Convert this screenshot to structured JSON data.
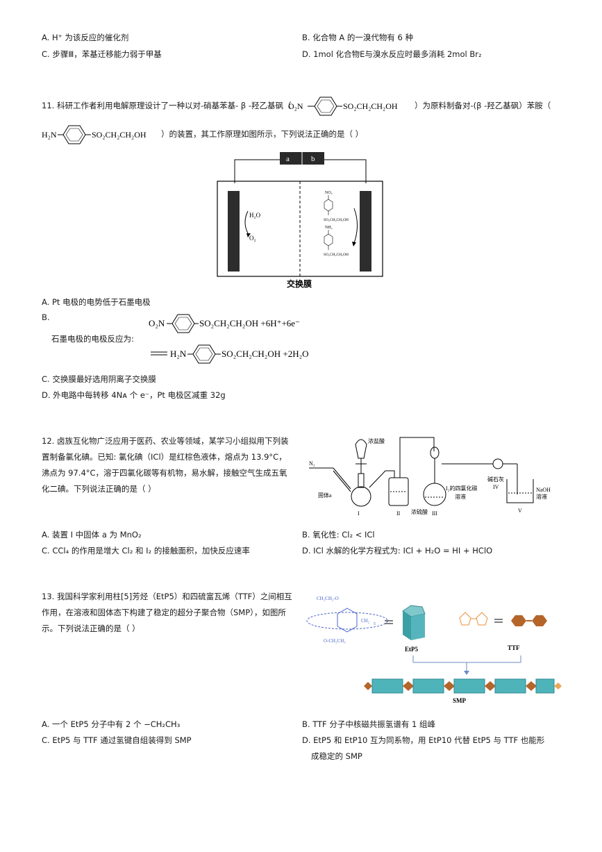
{
  "q10": {
    "opt_a": "A. H⁺ 为该反应的催化剂",
    "opt_b": "B. 化合物 A 的一溴代物有 6 种",
    "opt_c": "C. 步骤Ⅲ，苯基迁移能力弱于甲基",
    "opt_d": "D. 1mol 化合物E与溴水反应时最多消耗 2mol Br₂"
  },
  "q11": {
    "stem_1a": "11. 科研工作者利用电解原理设计了一种以对-硝基苯基- β -羟乙基砜（",
    "nitro_label": "O₂N",
    "sulfone_label": "SO₂CH₂CH₂OH",
    "stem_1b": "）为原料制备对-(β -羟乙基砜）苯胺（",
    "amine_label": "H₂N",
    "stem_2": "）的装置，其工作原理如图所示，下列说法正确的是（    ）",
    "battery_a": "a",
    "battery_b": "b",
    "h2o": "H₂O",
    "o2": "O₂",
    "no2_small": "NO₂",
    "so2_small": "SO₂CH₂CH₂OH",
    "nh2_small": "NH₂",
    "membrane": "交换膜",
    "opt_a": "A. Pt 电极的电势低于石墨电极",
    "opt_b": "B.",
    "opt_b_text": "石墨电极的电极反应为:",
    "eq_left_tail": "SO₂CH₂CH₂OH +6H⁺+6e⁻",
    "eq_right_tail": "SO₂CH₂CH₂OH +2H₂O",
    "opt_c": "C. 交换膜最好选用阴离子交换膜",
    "opt_d": "D. 外电路中每转移 4Nᴀ 个 e⁻，Pt 电极区减重 32g"
  },
  "q12": {
    "stem": "12. 卤族互化物广泛应用于医药、农业等领域，某学习小组拟用下列装置制备氯化碘。已知: 氯化碘（ICl）是红棕色液体，熔点为 13.9°C，沸点为 97.4°C，溶于四氯化碳等有机物，易水解，接触空气生成五氧化二碘。下列说法正确的是（    ）",
    "lbl_hcl": "浓盐酸",
    "lbl_n2": "N₂",
    "lbl_solid": "固体a",
    "lbl_h2so4": "浓硫酸",
    "lbl_i2": "I₂的四氯化碳",
    "lbl_sol": "溶液",
    "lbl_lime": "碱石灰",
    "lbl_naoh": "NaOH",
    "lbl_naoh2": "溶液",
    "lbl_I": "I",
    "lbl_II": "II",
    "lbl_III": "III",
    "lbl_IV": "IV",
    "lbl_V": "V",
    "opt_a": "A. 装置 I 中固体 a 为 MnO₂",
    "opt_b": "B. 氧化性: Cl₂ < ICl",
    "opt_c": "C. CCl₄ 的作用是增大 Cl₂ 和 I₂ 的接触面积，加快反应速率",
    "opt_d": "D. ICl 水解的化学方程式为: ICl + H₂O = HI + HClO"
  },
  "q13": {
    "stem": "13. 我国科学家利用柱[5]芳烃（EtP5）和四硫富瓦烯（TTF）之间相互作用，在溶液和固体态下构建了稳定的超分子聚合物（SMP），如图所示。下列说法正确的是（    ）",
    "lbl_top_sub": "CH₃CH₂-O",
    "lbl_bot_sub": "O-CH₂CH₃",
    "lbl_ch2": "CH₂",
    "lbl_n": "5",
    "lbl_etp5": "EtP5",
    "lbl_ttf": "TTF",
    "lbl_smp": "SMP",
    "opt_a": "A. 一个 EtP5 分子中有 2 个 −CH₂CH₃",
    "opt_b": "B. TTF 分子中核磁共振氢谱有 1 组峰",
    "opt_c": "C. EtP5 与 TTF 通过氢键自组装得到 SMP",
    "opt_d1": "D. EtP5 和 EtP10 互为同系物，用 EtP10 代替 EtP5 与 TTF 也能形",
    "opt_d2": "成稳定的 SMP"
  }
}
